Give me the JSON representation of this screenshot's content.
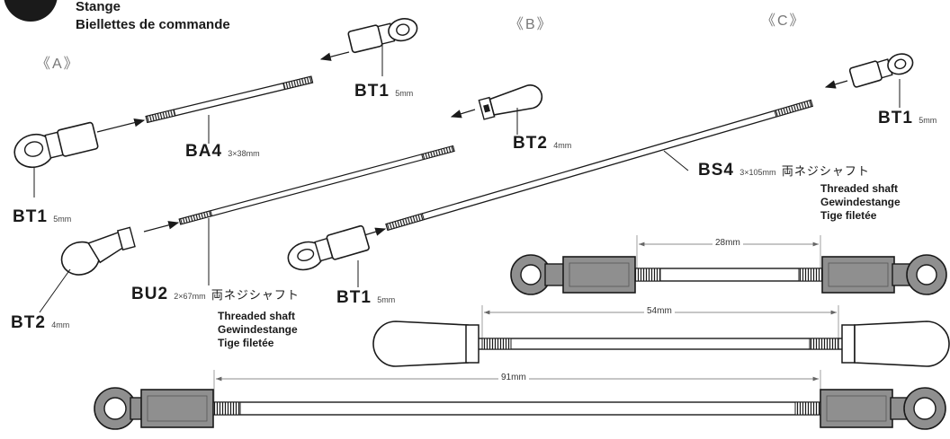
{
  "header": {
    "line1": "Stange",
    "line2": "Biellettes de commande"
  },
  "sections": {
    "a": "《A》",
    "b": "《B》",
    "c": "《C》"
  },
  "parts": {
    "bt1_a_top": {
      "code": "BT1",
      "size": "5mm"
    },
    "ba4": {
      "code": "BA4",
      "size": "3×38mm"
    },
    "bt1_a_bottom": {
      "code": "BT1",
      "size": "5mm"
    },
    "bt2_b_top": {
      "code": "BT2",
      "size": "4mm"
    },
    "bu2": {
      "code": "BU2",
      "size": "2×67mm",
      "jp": "両ネジシャフト"
    },
    "bt2_b_bottom": {
      "code": "BT2",
      "size": "4mm"
    },
    "bt1_c_top": {
      "code": "BT1",
      "size": "5mm"
    },
    "bs4": {
      "code": "BS4",
      "size": "3×105mm",
      "jp": "両ネジシャフト"
    },
    "bt1_c_bottom": {
      "code": "BT1",
      "size": "5mm"
    }
  },
  "descriptions": {
    "bu2": [
      "Threaded shaft",
      "Gewindestange",
      "Tige filetée"
    ],
    "bs4": [
      "Threaded shaft",
      "Gewindestange",
      "Tige filetée"
    ]
  },
  "dimensions": {
    "rod_a": "28mm",
    "rod_b": "54mm",
    "rod_c": "91mm"
  },
  "colors": {
    "ink": "#1a1a1a",
    "body_fill": "#8f8f8f",
    "rod_fill": "#ffffff"
  }
}
